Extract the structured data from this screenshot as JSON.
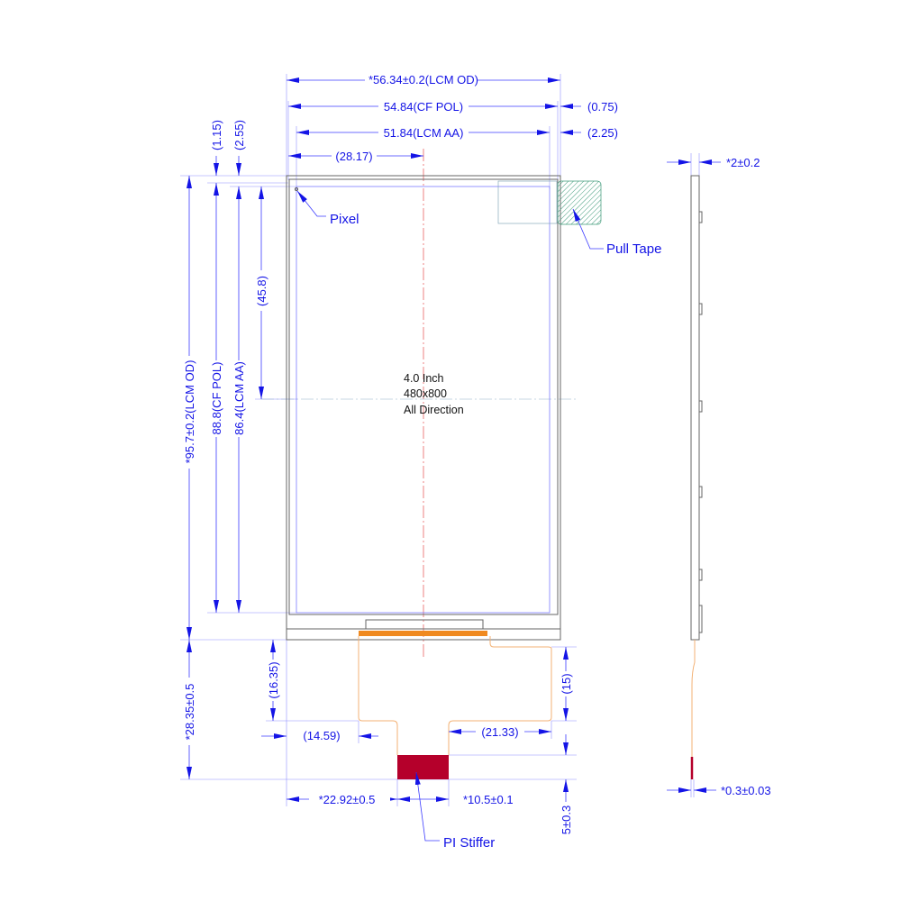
{
  "title": "4.0 Inch LCM mechanical drawing",
  "center_text": {
    "size": "4.0 Inch",
    "resolution": "480x800",
    "viewing": "All Direction"
  },
  "callouts": {
    "pixel": "Pixel",
    "pull_tape": "Pull Tape",
    "pi_stiffer": "PI Stiffer"
  },
  "dimensions": {
    "lcm_od_width": "*56.34±0.2(LCM OD)",
    "cf_pol_width": "54.84(CF POL)",
    "lcm_aa_width": "51.84(LCM AA)",
    "aa_center_x": "(28.17)",
    "right_pol_offset": "(0.75)",
    "right_aa_offset": "(2.25)",
    "top_pol_offset": "(1.15)",
    "top_aa_offset": "(2.55)",
    "lcm_od_height": "*95.7±0.2(LCM OD)",
    "cf_pol_height": "88.8(CF POL)",
    "lcm_aa_height": "86.4(LCM AA)",
    "aa_center_y": "(45.8)",
    "fpc_total_length": "*28.35±0.5",
    "fpc_left_drop": "(16.35)",
    "fpc_right_drop": "(15)",
    "fpc_left_offset": "(14.59)",
    "fpc_right_width": "(21.33)",
    "stiffer_offset": "*22.92±0.5",
    "stiffer_width": "*10.5±0.1",
    "stiffer_length": "5±0.3",
    "thickness": "*2±0.2",
    "fpc_thickness": "*0.3±0.03"
  },
  "colors": {
    "dimension": "#1414e6",
    "fpc": "#f3b276",
    "stiffer": "#b5002b",
    "pull_tape": "#3f9a7a"
  }
}
